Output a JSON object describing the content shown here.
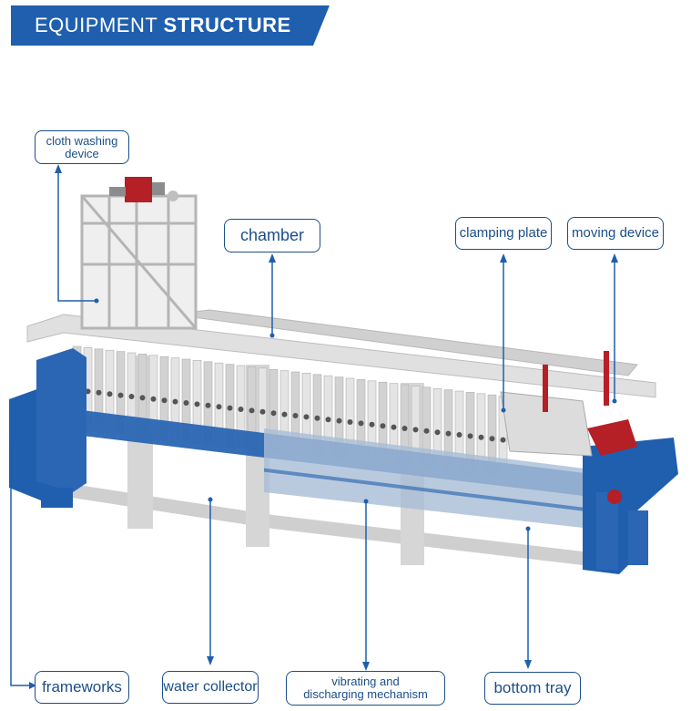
{
  "header": {
    "title_light": "EQUIPMENT",
    "title_bold": "STRUCTURE",
    "band_color": "#1f5fae"
  },
  "labels": {
    "cloth_washing_device_line1": "cloth washing",
    "cloth_washing_device_line2": "device",
    "chamber": "chamber",
    "clamping_plate": "clamping plate",
    "moving_device": "moving device",
    "frameworks": "frameworks",
    "water_collector": "water collector",
    "vibrating_discharging_line1": "vibrating and",
    "vibrating_discharging_line2": "discharging mechanism",
    "bottom_tray": "bottom tray"
  },
  "colors": {
    "accent_blue": "#1f5fae",
    "label_text": "#1b4e8a",
    "frame_grey": "#d8d8d8",
    "motor_red": "#b51f26"
  }
}
